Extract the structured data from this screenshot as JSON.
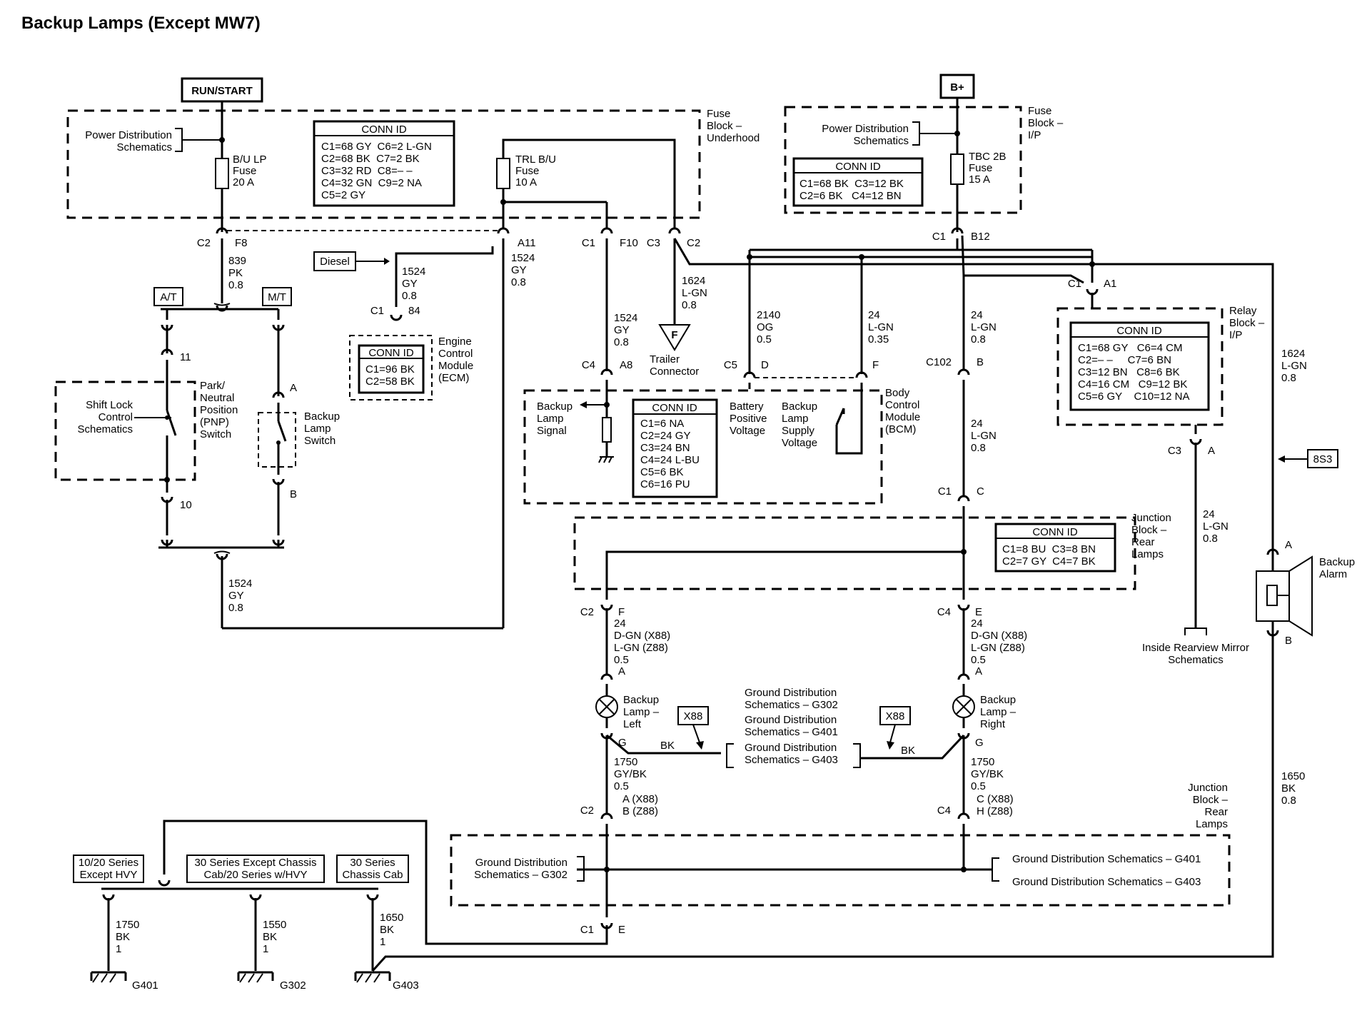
{
  "title": "Backup Lamps (Except MW7)",
  "power_sources": {
    "run_start": "RUN/START",
    "b_plus": "B+"
  },
  "fuse_block_underhood": {
    "label": [
      "Fuse",
      "Block –",
      "Underhood"
    ],
    "power_distribution": [
      "Power Distribution",
      "Schematics"
    ],
    "fuse_bu_lp": [
      "B/U LP",
      "Fuse",
      "20 A"
    ],
    "fuse_trl_bu": [
      "TRL B/U",
      "Fuse",
      "10 A"
    ],
    "conn_id": {
      "header": "CONN ID",
      "rows": [
        "C1=68 GY  C6=2 L-GN",
        "C2=68 BK  C7=2 BK",
        "C3=32 RD  C8=– –",
        "C4=32 GN  C9=2 NA",
        "C5=2 GY"
      ]
    },
    "pins": {
      "c2": "C2",
      "f8": "F8",
      "a11": "A11",
      "c1": "C1",
      "f10": "F10",
      "c3": "C3",
      "c2b": "C2"
    }
  },
  "fuse_block_ip": {
    "label": [
      "Fuse",
      "Block –",
      "I/P"
    ],
    "power_distribution": [
      "Power Distribution",
      "Schematics"
    ],
    "fuse": [
      "TBC 2B",
      "Fuse",
      "15 A"
    ],
    "conn_id": {
      "header": "CONN ID",
      "rows": [
        "C1=68 BK  C3=12 BK",
        "C2=6 BK   C4=12 BN"
      ]
    },
    "pins": {
      "c1": "C1",
      "b12": "B12"
    }
  },
  "ecm": {
    "label": [
      "Engine",
      "Control",
      "Module",
      "(ECM)"
    ],
    "diesel": "Diesel",
    "conn_id": {
      "header": "CONN ID",
      "rows": [
        "C1=96 BK",
        "C2=58 BK"
      ]
    },
    "wire": [
      "1524",
      "GY",
      "0.8"
    ],
    "pins": {
      "c1": "C1",
      "p84": "84"
    }
  },
  "transmission": {
    "at": "A/T",
    "mt": "M/T"
  },
  "pnp_switch": {
    "shift_lock": [
      "Shift Lock",
      "Control",
      "Schematics"
    ],
    "label": [
      "Park/",
      "Neutral",
      "Position",
      "(PNP)",
      "Switch"
    ],
    "pins": {
      "p11": "11",
      "p10": "10"
    }
  },
  "backup_lamp_switch": {
    "label": [
      "Backup",
      "Lamp",
      "Switch"
    ],
    "pins": {
      "a": "A",
      "b": "B"
    }
  },
  "wires": {
    "w839": [
      "839",
      "PK",
      "0.8"
    ],
    "w1524_a11": [
      "1524",
      "GY",
      "0.8"
    ],
    "w1524_bottom": [
      "1524",
      "GY",
      "0.8"
    ],
    "w1524_bcm": [
      "1524",
      "GY",
      "0.8"
    ],
    "w1624_trailer": [
      "1624",
      "L-GN",
      "0.8"
    ],
    "w2140": [
      "2140",
      "OG",
      "0.5"
    ],
    "w24_a": [
      "24",
      "L-GN",
      "0.35"
    ],
    "w24_b": [
      "24",
      "L-GN",
      "0.8"
    ],
    "w24_c": [
      "24",
      "L-GN",
      "0.8"
    ],
    "w1624_right": [
      "1624",
      "L-GN",
      "0.8"
    ],
    "w24_relay": [
      "24",
      "L-GN",
      "0.8"
    ],
    "w24_left_lamp": [
      "24",
      "D-GN (X88)",
      "L-GN (Z88)",
      "0.5"
    ],
    "w24_right_lamp": [
      "24",
      "D-GN (X88)",
      "L-GN (Z88)",
      "0.5"
    ],
    "w1750_left": [
      "1750",
      "GY/BK",
      "0.5"
    ],
    "w1750_right": [
      "1750",
      "GY/BK",
      "0.5"
    ],
    "w1650_right": [
      "1650",
      "BK",
      "0.8"
    ],
    "w1750_g401": [
      "1750",
      "BK",
      "1"
    ],
    "w1550_g302": [
      "1550",
      "BK",
      "1"
    ],
    "w1650_g403": [
      "1650",
      "BK",
      "1"
    ]
  },
  "trailer_connector": {
    "symbol": "F",
    "label": [
      "Trailer",
      "Connector"
    ]
  },
  "bcm": {
    "label": [
      "Body",
      "Control",
      "Module",
      "(BCM)"
    ],
    "backup_lamp_signal": [
      "Backup",
      "Lamp",
      "Signal"
    ],
    "battery_positive": [
      "Battery",
      "Positive",
      "Voltage"
    ],
    "backup_lamp_supply": [
      "Backup",
      "Lamp",
      "Supply",
      "Voltage"
    ],
    "conn_id": {
      "header": "CONN ID",
      "rows": [
        "C1=6 NA",
        "C2=24 GY",
        "C3=24 BN",
        "C4=24 L-BU",
        "C5=6 BK",
        "C6=16 PU"
      ]
    },
    "pins": {
      "c4": "C4",
      "a8": "A8",
      "c5": "C5",
      "d": "D",
      "f": "F"
    }
  },
  "relay_block": {
    "label": [
      "Relay",
      "Block –",
      "I/P"
    ],
    "conn_id": {
      "header": "CONN ID",
      "rows": [
        "C1=68 GY   C6=4 CM",
        "C2=– –     C7=6 BN",
        "C3=12 BN   C8=6 BK",
        "C4=16 CM   C9=12 BK",
        "C5=6 GY    C10=12 NA"
      ]
    },
    "pins": {
      "c1": "C1",
      "a1": "A1",
      "c3": "C3",
      "a": "A"
    }
  },
  "junction_block_rear_lamps": {
    "label": [
      "Junction",
      "Block –",
      "Rear",
      "Lamps"
    ],
    "conn_id": {
      "header": "CONN ID",
      "rows": [
        "C1=8 BU  C3=8 BN",
        "C2=7 GY  C4=7 BK"
      ]
    },
    "pins": {
      "c102": "C102",
      "b": "B",
      "c1": "C1",
      "c": "C",
      "c2": "C2",
      "f": "F",
      "c4": "C4",
      "e": "E"
    }
  },
  "inside_mirror": [
    "Inside Rearview Mirror",
    "Schematics"
  ],
  "backup_alarm": {
    "label": [
      "Backup",
      "Alarm"
    ],
    "ref": "8S3",
    "pins": {
      "a": "A",
      "b": "B"
    }
  },
  "lamp_left": {
    "label": [
      "Backup",
      "Lamp –",
      "Left"
    ],
    "pins": {
      "a": "A",
      "g": "G"
    }
  },
  "lamp_right": {
    "label": [
      "Backup",
      "Lamp –",
      "Right"
    ],
    "pins": {
      "a": "A",
      "g": "G"
    }
  },
  "ground_distribution": {
    "g302": [
      "Ground Distribution",
      "Schematics – G302"
    ],
    "g401": [
      "Ground Distribution",
      "Schematics – G401"
    ],
    "g403": [
      "Ground Distribution",
      "Schematics – G403"
    ],
    "x88": "X88",
    "bk": "BK"
  },
  "junction_block_bottom": {
    "label": [
      "Junction",
      "Block –",
      "Rear",
      "Lamps"
    ],
    "g302": [
      "Ground Distribution",
      "Schematics – G302"
    ],
    "g401": "Ground Distribution Schematics – G401",
    "g403": "Ground Distribution Schematics – G403",
    "pins": {
      "c2_left": "C2",
      "a_x88": "A (X88)",
      "b_z88": "B (Z88)",
      "c4_right": "C4",
      "c_x88": "C (X88)",
      "h_z88": "H (Z88)",
      "c1": "C1",
      "e": "E"
    }
  },
  "series": {
    "s1020": [
      "10/20 Series",
      "Except HVY"
    ],
    "s30": [
      "30 Series Except Chassis",
      "Cab/20 Series w/HVY"
    ],
    "s30cc": [
      "30 Series",
      "Chassis Cab"
    ]
  },
  "grounds": {
    "g401": "G401",
    "g302": "G302",
    "g403": "G403"
  }
}
